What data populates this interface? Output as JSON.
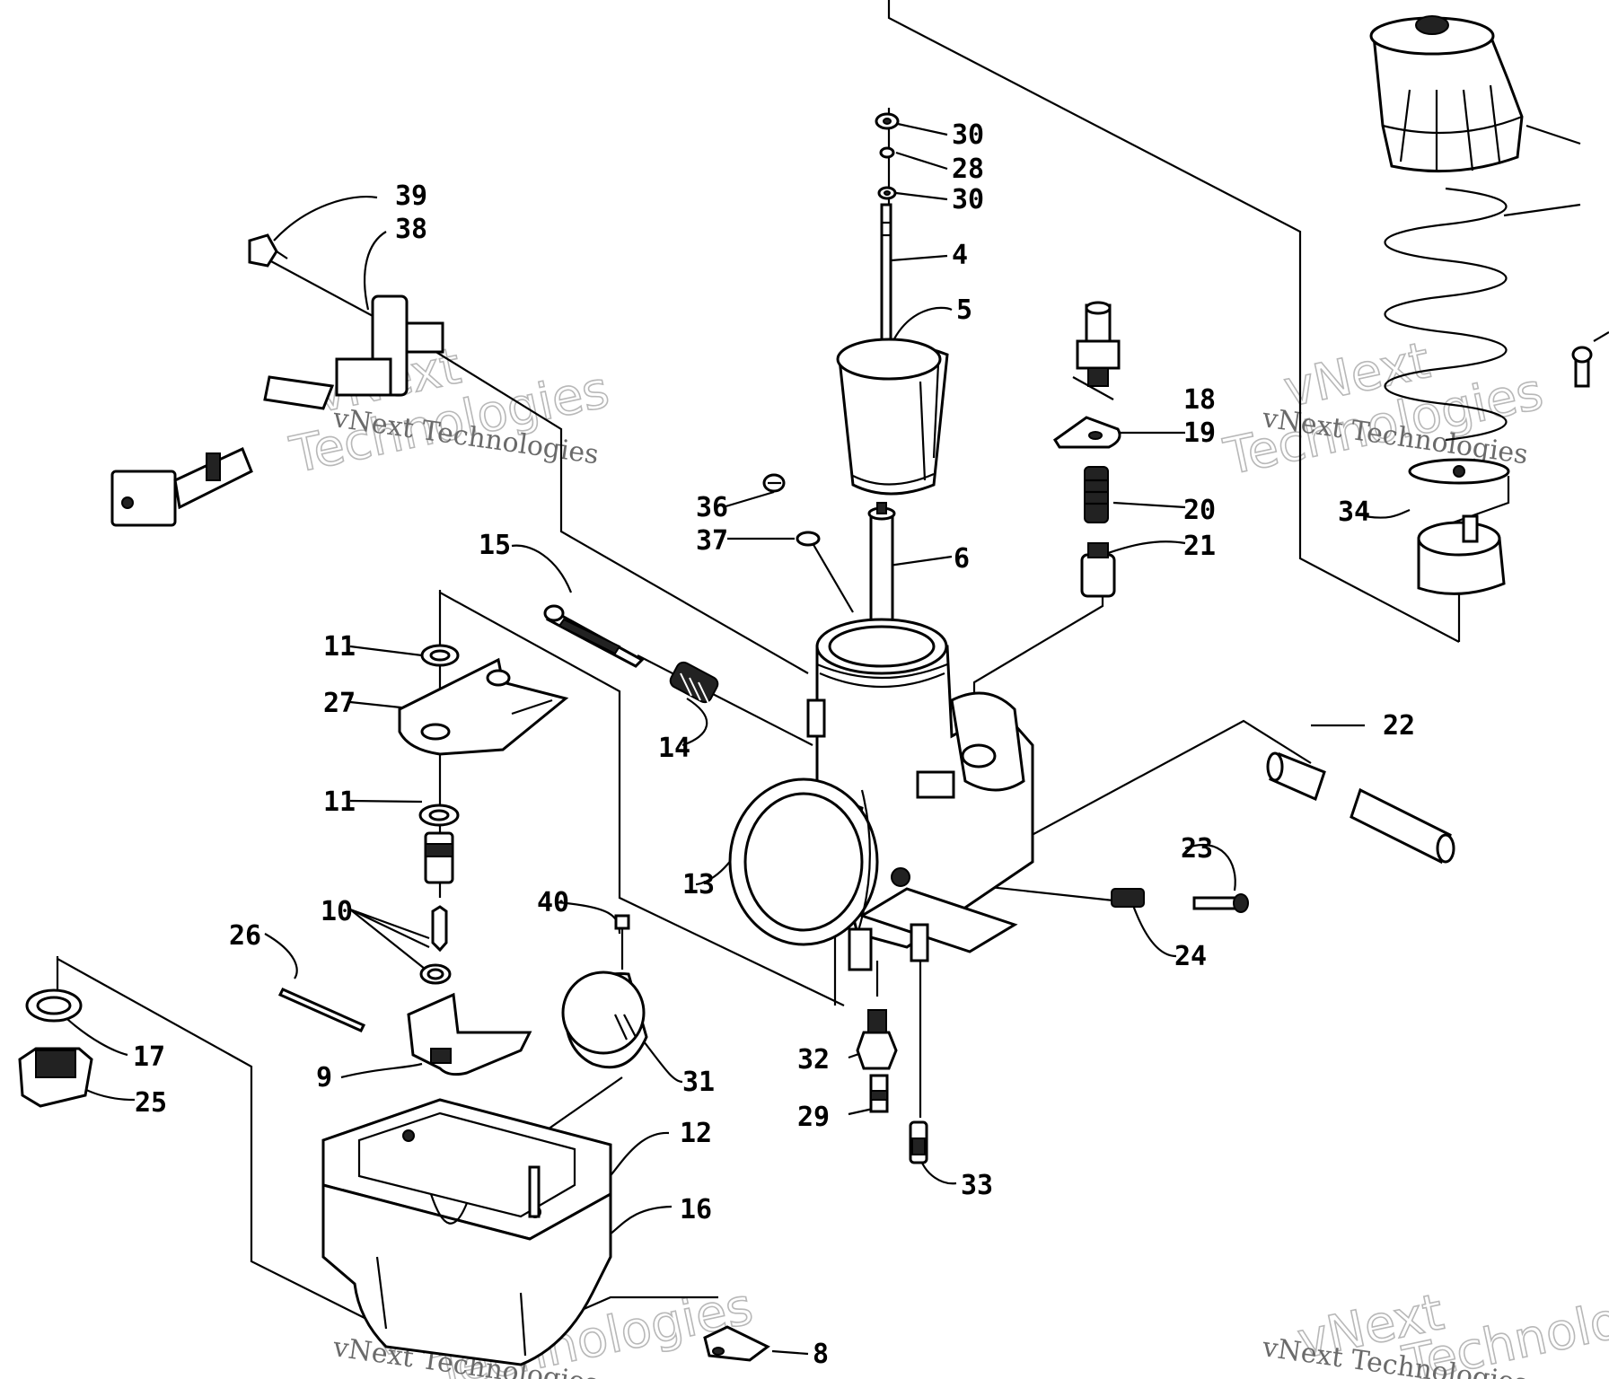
{
  "diagram": {
    "callouts": [
      "30",
      "28",
      "30",
      "4",
      "5",
      "18",
      "19",
      "20",
      "21",
      "6",
      "36",
      "37",
      "39",
      "38",
      "15",
      "11",
      "27",
      "14",
      "11",
      "10",
      "13",
      "22",
      "23",
      "24",
      "40",
      "26",
      "17",
      "25",
      "9",
      "31",
      "32",
      "29",
      "33",
      "12",
      "16",
      "34",
      "8"
    ],
    "watermark": {
      "small_text": "vNext Technologies",
      "big_line1": "vNext",
      "big_line2": "Technologies"
    }
  }
}
